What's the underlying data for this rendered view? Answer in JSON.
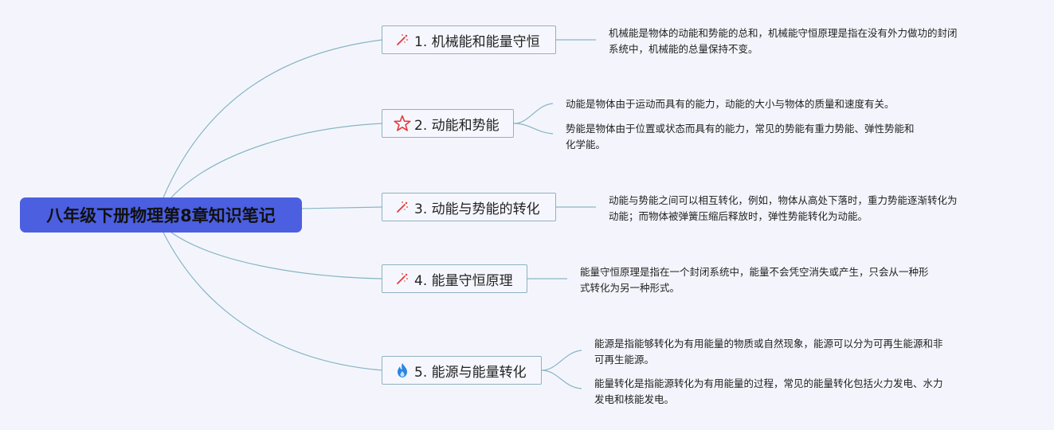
{
  "root": {
    "title": "八年级下册物理第8章知识笔记"
  },
  "topics": [
    {
      "label": "1. 机械能和能量守恒",
      "icon": "magic-sparkle-icon",
      "notes": [
        [
          "机械能是物体的动能和势能的总和，机械能守恒原理是指在没有外力做功的封闭",
          "系统中，机械能的总量保持不变。"
        ]
      ]
    },
    {
      "label": "2. 动能和势能",
      "icon": "star-icon",
      "notes": [
        [
          "动能是物体由于运动而具有的能力，动能的大小与物体的质量和速度有关。"
        ],
        [
          "势能是物体由于位置或状态而具有的能力，常见的势能有重力势能、弹性势能和",
          "化学能。"
        ]
      ]
    },
    {
      "label": "3. 动能与势能的转化",
      "icon": "magic-sparkle-icon",
      "notes": [
        [
          "动能与势能之间可以相互转化，例如，物体从高处下落时，重力势能逐渐转化为",
          "动能；而物体被弹簧压缩后释放时，弹性势能转化为动能。"
        ]
      ]
    },
    {
      "label": "4. 能量守恒原理",
      "icon": "magic-sparkle-icon",
      "notes": [
        [
          "能量守恒原理是指在一个封闭系统中，能量不会凭空消失或产生，只会从一种形",
          "式转化为另一种形式。"
        ]
      ]
    },
    {
      "label": "5. 能源与能量转化",
      "icon": "fire-icon",
      "notes": [
        [
          "能源是指能够转化为有用能量的物质或自然现象，能源可以分为可再生能源和非",
          "可再生能源。"
        ],
        [
          "能量转化是指能源转化为有用能量的过程，常见的能量转化包括火力发电、水力",
          "发电和核能发电。"
        ]
      ]
    }
  ],
  "colors": {
    "background": "#f4f5fc",
    "root_fill": "#4b5fe0",
    "branch_line": "#86b6c4",
    "topic_border": "#8fb2bf",
    "icon_red": "#e23a3a",
    "icon_blue": "#2a86e0"
  }
}
